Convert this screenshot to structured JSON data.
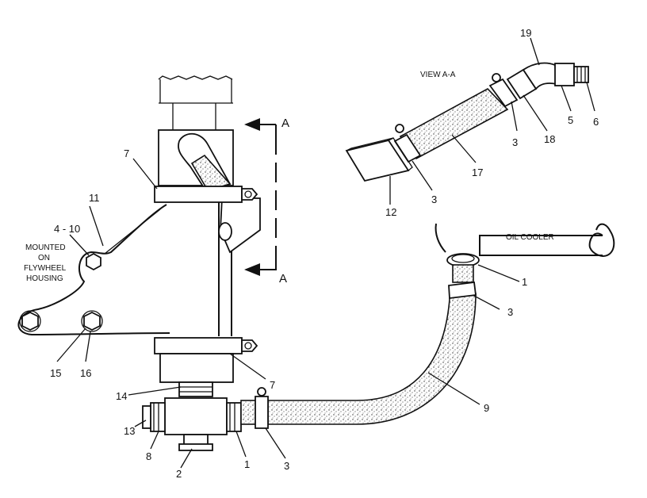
{
  "view_title": "VIEW A-A",
  "section_marker": "A",
  "oil_cooler_label": "OIL COOLER",
  "mounted_note": [
    "MOUNTED",
    "ON",
    "FLYWHEEL",
    "HOUSING"
  ],
  "callouts": {
    "c19": "19",
    "c5": "5",
    "c6": "6",
    "c18": "18",
    "c3_view": "3",
    "c17": "17",
    "c12": "12",
    "c3_view2": "3",
    "c7_top": "7",
    "c11": "11",
    "c4_10": "4 - 10",
    "c1_cooler": "1",
    "c3_cooler": "3",
    "c9": "9",
    "c15": "15",
    "c16": "16",
    "c7_bottom": "7",
    "c14": "14",
    "c13": "13",
    "c8": "8",
    "c2": "2",
    "c1_tee": "1",
    "c3_tee": "3"
  },
  "colors": {
    "ink": "#111111",
    "paper": "#ffffff"
  }
}
